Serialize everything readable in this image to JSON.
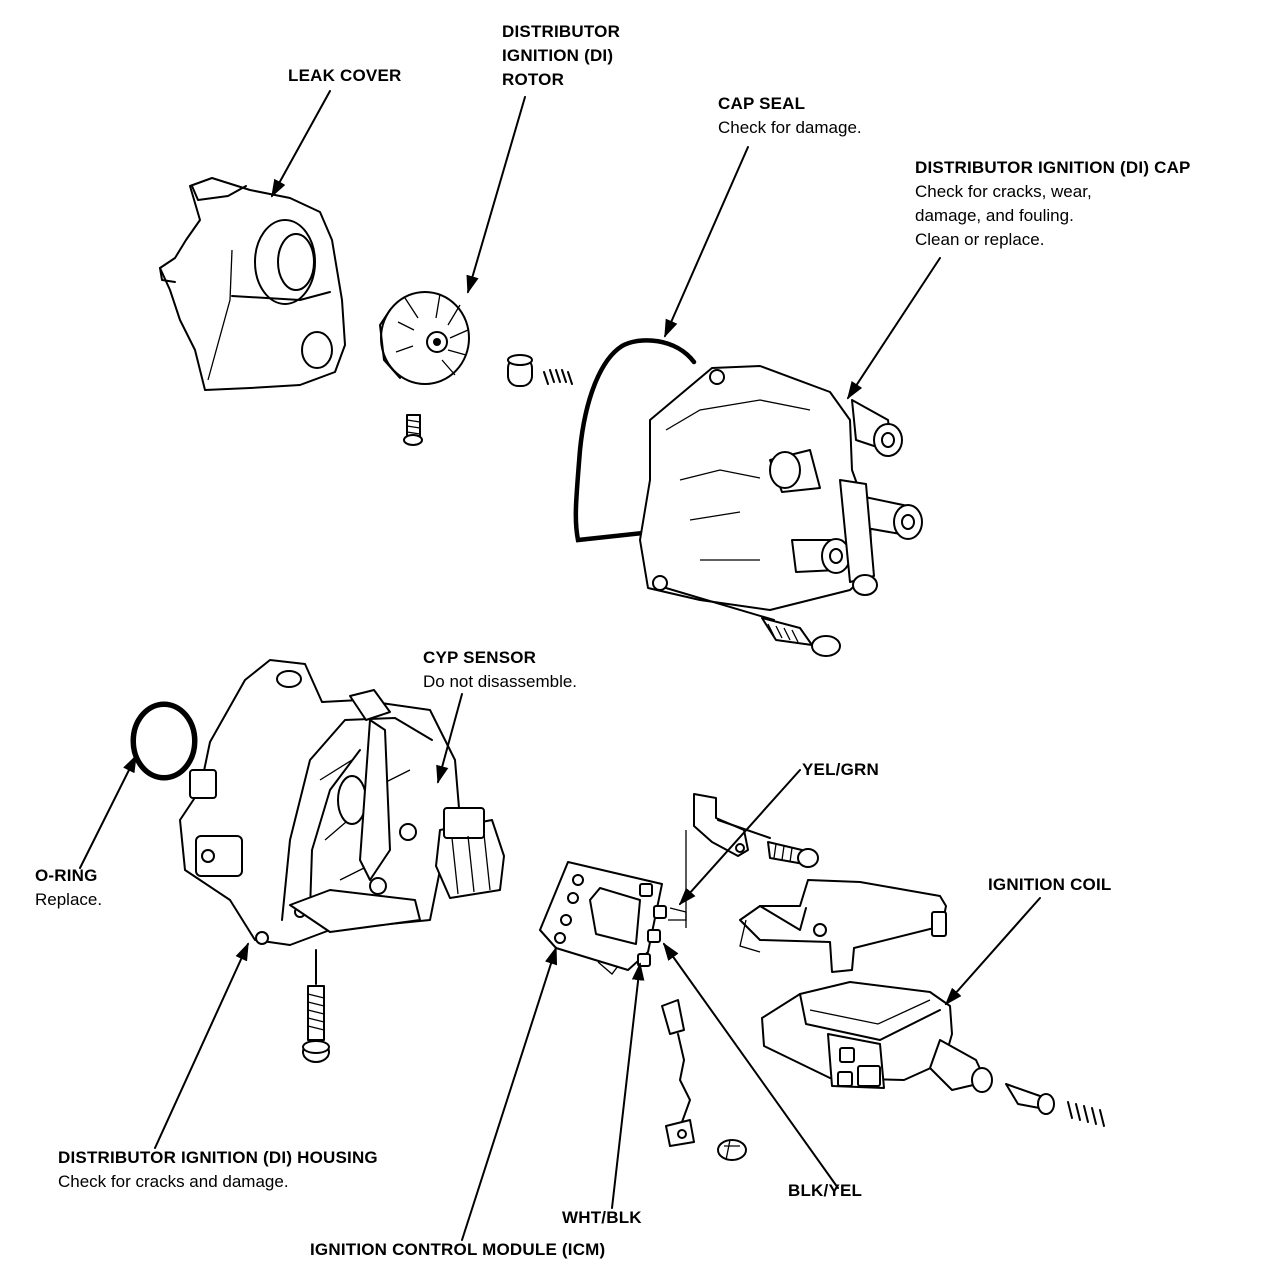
{
  "labels": {
    "leak_cover": {
      "title": "LEAK COVER"
    },
    "rotor": {
      "title_1": "DISTRIBUTOR",
      "title_2": "IGNITION (DI)",
      "title_3": "ROTOR"
    },
    "cap_seal": {
      "title": "CAP SEAL",
      "note": "Check for damage."
    },
    "di_cap": {
      "title": "DISTRIBUTOR IGNITION (DI) CAP",
      "note_1": "Check for cracks, wear,",
      "note_2": "damage, and fouling.",
      "note_3": "Clean or replace."
    },
    "cyp_sensor": {
      "title": "CYP SENSOR",
      "note": "Do not disassemble."
    },
    "o_ring": {
      "title": "O-RING",
      "note": "Replace."
    },
    "yel_grn": {
      "title": "YEL/GRN"
    },
    "ignition_coil": {
      "title": "IGNITION COIL"
    },
    "di_housing": {
      "title": "DISTRIBUTOR IGNITION (DI) HOUSING",
      "note": "Check for cracks and damage."
    },
    "blk_yel": {
      "title": "BLK/YEL"
    },
    "wht_blk": {
      "title": "WHT/BLK"
    },
    "icm": {
      "title": "IGNITION CONTROL MODULE (ICM)"
    }
  }
}
